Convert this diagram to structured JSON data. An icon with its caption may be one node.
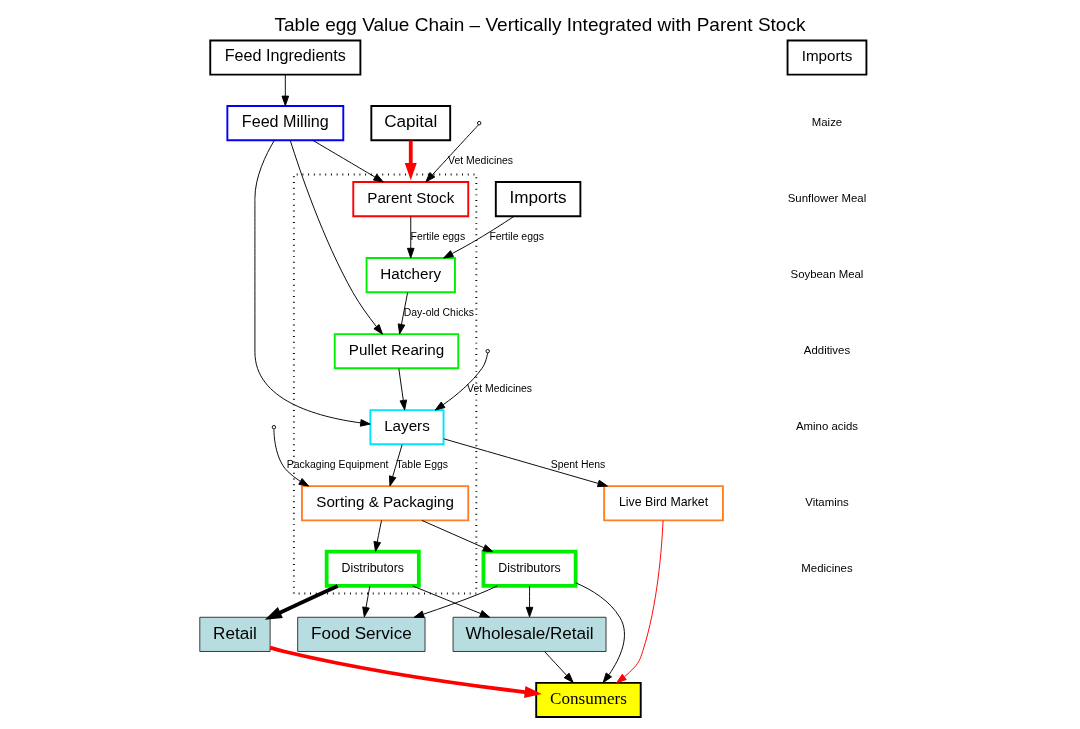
{
  "diagram": {
    "title": "Table egg Value Chain – Vertically Integrated with Parent Stock",
    "nodes": [
      {
        "text": [],
        "shape": "box"
      },
      {
        "text": [
          "Parent Stock"
        ],
        "in": 0
      },
      {
        "text": [
          "Hatchery"
        ],
        "in": 0
      },
      {
        "text": [
          "Pullet Rearing"
        ],
        "in": 0
      },
      {
        "text": [
          "Layers"
        ],
        "in": 0
      },
      {
        "text": [
          "Sorting & Packaging"
        ],
        "in": 0
      },
      {
        "text": [
          "Distributors"
        ],
        "in": 0
      },
      {
        "text": [
          "Imports"
        ]
      },
      {
        "text": [
          "Capital"
        ]
      },
      {
        "text": [
          "Feed Milling"
        ]
      },
      {
        "text": [
          "Imports"
        ]
      },
      {
        "text": [
          "Feed Ingredients"
        ]
      },
      {
        "text": [
          "Live Bird Market"
        ]
      },
      {
        "text": [
          "Food Service"
        ]
      },
      {
        "text": [
          "Wholesale/Retail"
        ]
      },
      {
        "text": [
          "Distributors"
        ]
      },
      {
        "text": [
          "Retail"
        ]
      },
      {
        "text": [
          "Consumers"
        ]
      }
    ],
    "edges": [
      {
        "from": null,
        "to": 1,
        "arrow": "to",
        "label": "Vet Medicines"
      },
      {
        "from": 7,
        "to": 2,
        "arrow": "to",
        "label": "Fertile eggs"
      },
      {
        "from": null,
        "to": 4,
        "arrow": "to",
        "label": "Vet Medicines"
      },
      {
        "from": 8,
        "to": 0,
        "arrow": "to",
        "style": "thick",
        "color": "#ff0000"
      },
      {
        "from": null,
        "to": 5,
        "arrow": "to",
        "label": "Packaging Equipment"
      },
      {
        "from": 1,
        "to": 2,
        "arrow": "to",
        "label": "Fertile eggs"
      },
      {
        "from": 2,
        "to": 3,
        "arrow": "to",
        "label": "Day-old Chicks"
      },
      {
        "from": 3,
        "to": 4,
        "arrow": "to"
      },
      {
        "from": 4,
        "to": 5,
        "arrow": "to",
        "label": "Table Eggs"
      },
      {
        "from": 4,
        "to": 12,
        "arrow": "to",
        "label": "Spent Hens"
      },
      {
        "from": 9,
        "to": 1,
        "arrow": "to"
      },
      {
        "from": 9,
        "to": 3,
        "arrow": "to"
      },
      {
        "from": 9,
        "to": 4,
        "arrow": "to"
      },
      {
        "from": 11,
        "to": 9,
        "arrow": "to"
      },
      {
        "from": 5,
        "to": 6,
        "arrow": "to"
      },
      {
        "from": 5,
        "to": 15,
        "arrow": "to"
      },
      {
        "from": 6,
        "to": 13,
        "arrow": "to"
      },
      {
        "from": 6,
        "to": 16,
        "arrow": "to",
        "style": "thick"
      },
      {
        "from": 6,
        "to": 14,
        "arrow": "to"
      },
      {
        "from": 15,
        "to": 14,
        "arrow": "to"
      },
      {
        "from": 15,
        "to": 13,
        "arrow": "to"
      },
      {
        "from": 14,
        "to": 17,
        "arrow": "to"
      },
      {
        "from": 15,
        "to": 17,
        "arrow": "to"
      },
      {
        "from": 16,
        "to": 17,
        "arrow": "to",
        "style": "thick",
        "color": "#ff0000"
      },
      {
        "from": 12,
        "to": 17,
        "arrow": "to",
        "color": "#ff0000"
      }
    ],
    "labels": [
      "Maize",
      "Sunflower Meal",
      "Soybean Meal",
      "Additives",
      "Amino acids",
      "Vitamins",
      "Medicines"
    ]
  }
}
